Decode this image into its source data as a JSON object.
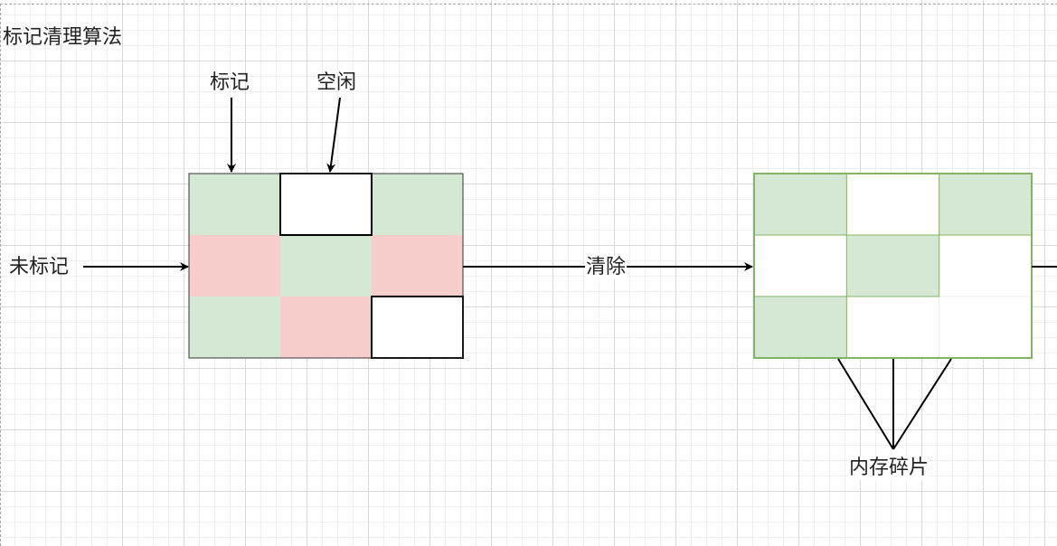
{
  "diagram": {
    "title": "标记清理算法",
    "labels": {
      "marked": "标记",
      "free": "空闲",
      "unmarked": "未标记",
      "sweep": "清除",
      "fragmentation": "内存碎片"
    },
    "before_grid": [
      [
        "marked",
        "free",
        "marked"
      ],
      [
        "unmarked",
        "marked",
        "unmarked"
      ],
      [
        "marked",
        "unmarked",
        "free"
      ]
    ],
    "after_grid": [
      [
        "marked",
        "free",
        "marked"
      ],
      [
        "free",
        "marked",
        "free"
      ],
      [
        "marked",
        "free",
        "free"
      ]
    ],
    "colors": {
      "marked_fill": "#d5e8d4",
      "unmarked_fill": "#f8cecc",
      "free_fill": "#ffffff",
      "after_border": "#82b366",
      "line": "#000000"
    }
  }
}
